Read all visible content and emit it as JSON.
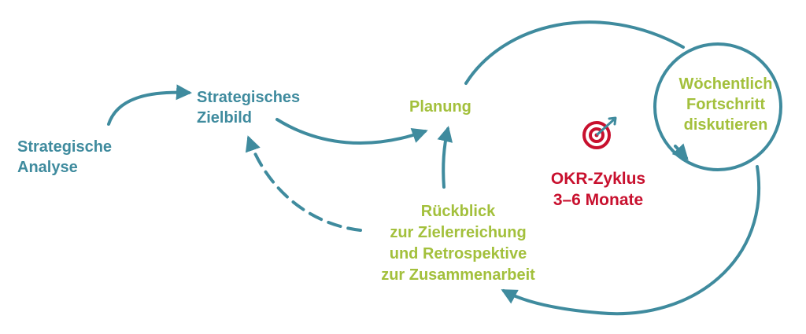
{
  "colors": {
    "teal": "#3f8b9e",
    "green": "#a3c03c",
    "red": "#c8102e"
  },
  "nodes": {
    "strategic_analysis": [
      "Strategische",
      "Analyse"
    ],
    "strategic_vision": [
      "Strategisches",
      "Zielbild"
    ],
    "planning": [
      "Planung"
    ],
    "weekly": [
      "Wöchentlich",
      "Fortschritt",
      "diskutieren"
    ],
    "okr_cycle": [
      "OKR-Zyklus",
      "3–6 Monate"
    ],
    "review": [
      "Rückblick",
      "zur Zielerreichung",
      "und Retrospektive",
      "zur Zusammenarbeit"
    ]
  },
  "icons": {
    "target": "target-icon"
  }
}
